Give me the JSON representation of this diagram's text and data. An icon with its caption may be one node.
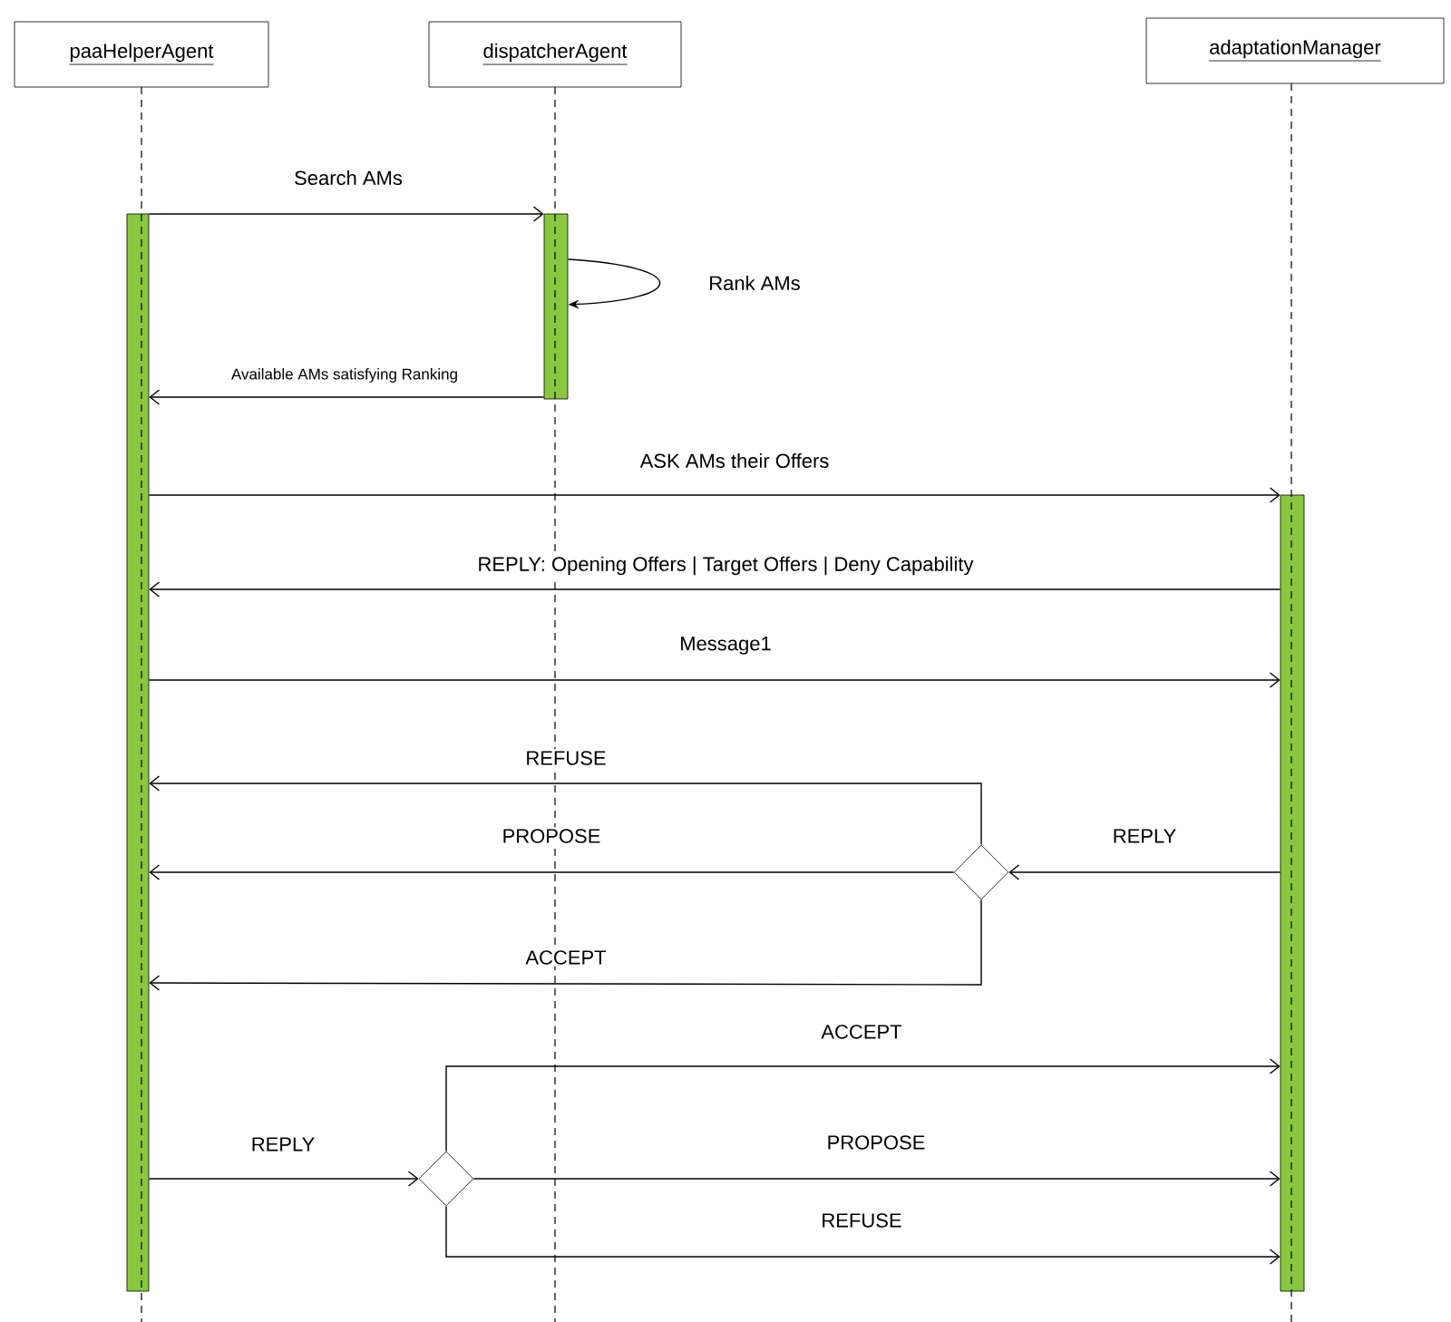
{
  "diagram": {
    "nodes": [
      {
        "text": [
          "paaHelperAgent"
        ]
      },
      {
        "text": [
          "dispatcherAgent"
        ]
      },
      {
        "text": [
          "adaptationManager"
        ]
      },
      {
        "text": [],
        "shape": "bar"
      },
      {
        "text": [],
        "shape": "bar"
      },
      {
        "text": [],
        "shape": "bar"
      },
      {
        "text": [],
        "shape": "diamond"
      },
      {
        "text": [],
        "shape": "diamond"
      }
    ],
    "edges": [
      {
        "from": 3,
        "to": 4,
        "arrow": "to",
        "label": "Search AMs"
      },
      {
        "from": 4,
        "to": 4,
        "arrow": "to",
        "label": "Rank AMs"
      },
      {
        "from": 4,
        "to": 3,
        "arrow": "to",
        "label": "Available AMs satisfying Ranking"
      },
      {
        "from": 3,
        "to": 5,
        "arrow": "to",
        "label": "ASK AMs their Offers"
      },
      {
        "from": 5,
        "to": 3,
        "arrow": "to",
        "label": "REPLY: Opening Offers | Target Offers | Deny Capability"
      },
      {
        "from": 3,
        "to": 5,
        "arrow": "to",
        "label": "Message1"
      },
      {
        "from": 6,
        "to": 3,
        "arrow": "to",
        "label": "REFUSE"
      },
      {
        "from": 6,
        "to": 3,
        "arrow": "to",
        "label": "PROPOSE"
      },
      {
        "from": 5,
        "to": 6,
        "arrow": "to",
        "label": "REPLY"
      },
      {
        "from": 6,
        "to": 3,
        "arrow": "to",
        "label": "ACCEPT"
      },
      {
        "from": 7,
        "to": 5,
        "arrow": "to",
        "label": "ACCEPT"
      },
      {
        "from": 3,
        "to": 7,
        "arrow": "to",
        "label": "REPLY"
      },
      {
        "from": 7,
        "to": 5,
        "arrow": "to",
        "label": "PROPOSE"
      },
      {
        "from": 7,
        "to": 5,
        "arrow": "to",
        "label": "REFUSE"
      }
    ]
  }
}
